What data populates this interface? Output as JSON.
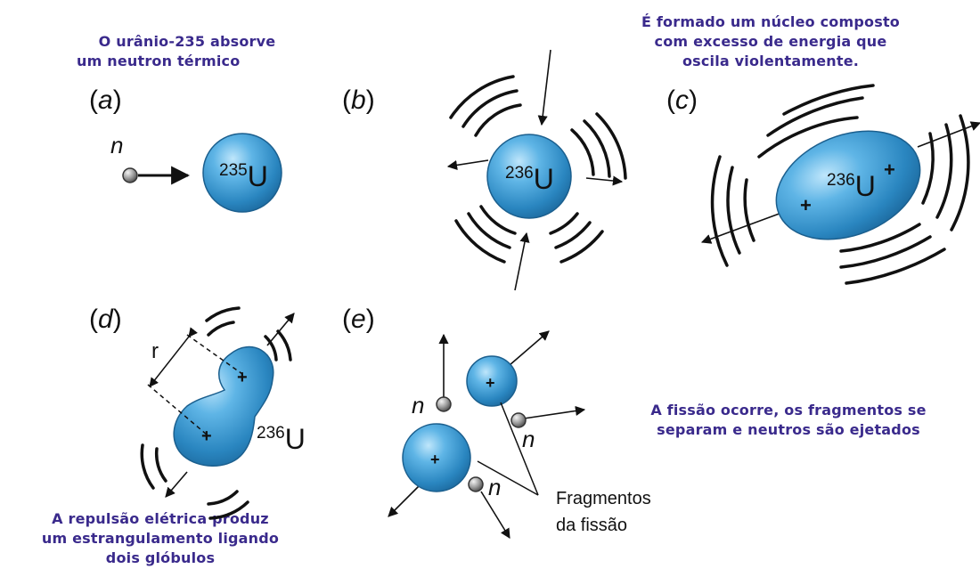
{
  "panels": {
    "a": "a",
    "b": "b",
    "c": "c",
    "d": "d",
    "e": "e"
  },
  "captions": {
    "a": [
      "O urânio-235 absorve",
      "um neutron térmico"
    ],
    "c": [
      "É formado um núcleo composto",
      "com excesso de energia que",
      "oscila violentamente."
    ],
    "d": [
      "A repulsão elétrica produz",
      "um estrangulamento ligando",
      "dois glóbulos"
    ],
    "e": [
      "A fissão ocorre, os fragmentos se",
      "separam e neutros são ejetados"
    ]
  },
  "labels": {
    "neutron": "n",
    "u235_mass": "235",
    "u236_mass": "236",
    "element": "U",
    "plus": "+",
    "r": "r",
    "fragments": [
      "Fragmentos",
      "da fissão"
    ]
  },
  "colors": {
    "nucleus": "#4aa6dc",
    "nucleus_dark": "#2480b8",
    "caption": "#3a2a8c",
    "neutron": "#8c8c8c"
  }
}
